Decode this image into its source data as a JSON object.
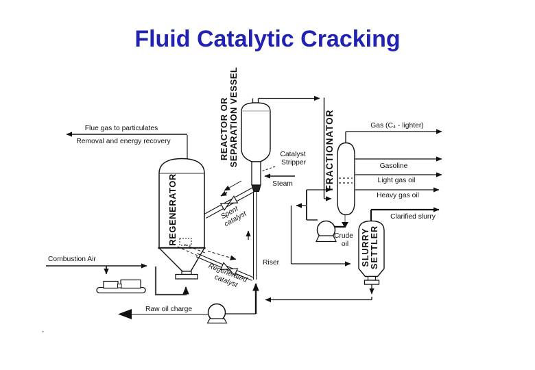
{
  "title": "Fluid Catalytic Cracking",
  "colors": {
    "title_blue": "#2222b2",
    "line": "#111111",
    "gray_line": "#777777"
  },
  "vessels": {
    "regenerator": "REGENERATOR",
    "reactor_line1": "REACTOR OR",
    "reactor_line2": "SEPARATION VESSEL",
    "fractionator": "FRACTIONATOR",
    "settler_line1": "SLURRY",
    "settler_line2": "SETTLER"
  },
  "streams": {
    "flue_gas_line1": "Flue gas to particulates",
    "flue_gas_line2": "Removal and energy recovery",
    "combustion_air": "Combustion Air",
    "raw_oil_charge": "Raw oil charge",
    "steam": "Steam",
    "gas_c4": "Gas (C₄ - lighter)",
    "gasoline": "Gasoline",
    "light_gas_oil": "Light gas oil",
    "heavy_gas_oil": "Heavy gas oil",
    "clarified_slurry": "Clarified slurry",
    "crude_line1": "Crude",
    "crude_line2": "oil"
  },
  "equipment": {
    "stripper_line1": "Catalyst",
    "stripper_line2": "Stripper",
    "riser": "Riser",
    "spent_line1": "Spent",
    "spent_line2": "catalyst",
    "regen_line1": "Regenerated",
    "regen_line2": "catalyst"
  }
}
